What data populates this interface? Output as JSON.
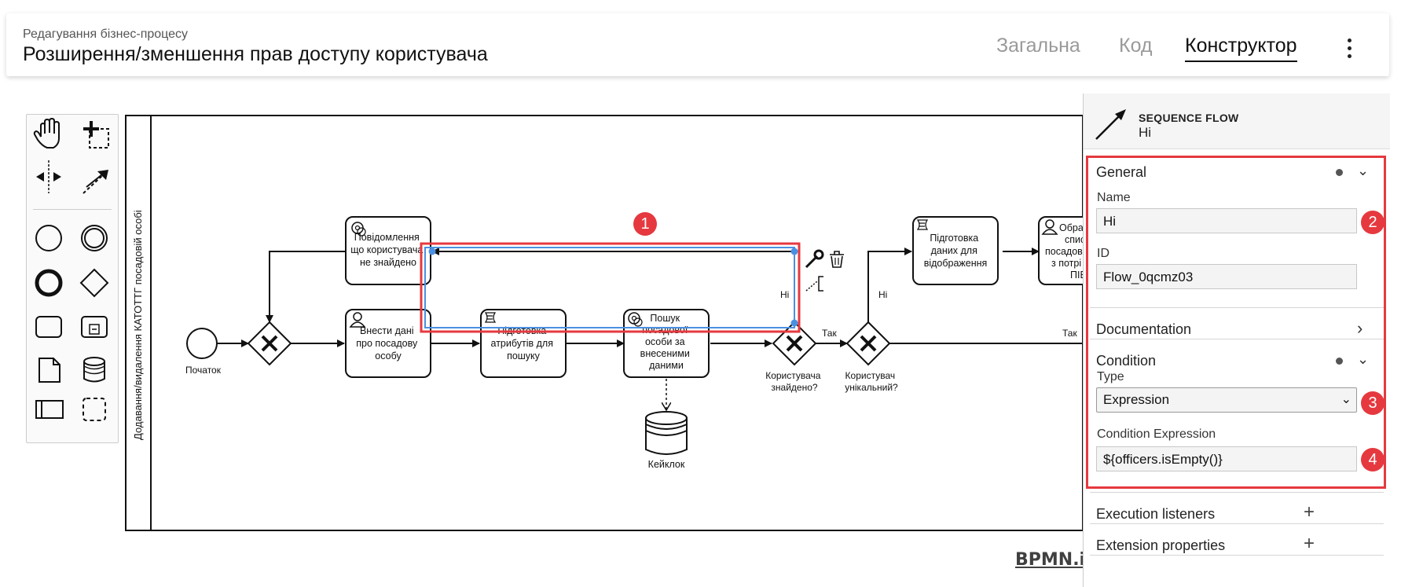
{
  "header": {
    "subtitle": "Редагування бізнес-процесу",
    "title": "Розширення/зменшення прав доступу користувача",
    "tabs": [
      {
        "label": "Загальна",
        "active": false
      },
      {
        "label": "Код",
        "active": false
      },
      {
        "label": "Конструктор",
        "active": true
      }
    ]
  },
  "diagram": {
    "lane_label": "Додавання/видалення КАТОТТГ посадовій особі",
    "start_event": "Початок",
    "tasks": {
      "notify": [
        "Повідомлення",
        "що користувача",
        "не знайдено"
      ],
      "enter": [
        "Внести дані",
        "про посадову",
        "особу"
      ],
      "prepare_attrs": [
        "Підготовка",
        "атрибутів для",
        "пошуку"
      ],
      "search": [
        "Пошук",
        "посадової",
        "особи за",
        "внесеними",
        "даними"
      ],
      "prepare_display": [
        "Підготовка",
        "даних для",
        "відображення"
      ],
      "choose": [
        "Обрати",
        "спис",
        "посадов",
        "з потрі",
        "ПІБ"
      ]
    },
    "gateways": {
      "found": [
        "Користувача",
        "знайдено?"
      ],
      "unique": [
        "Користувач",
        "унікальний?"
      ]
    },
    "datastore": "Кейклок",
    "flow_labels": {
      "no_1": "Ні",
      "no_2": "Ні",
      "yes_1": "Так",
      "yes_2": "Так"
    },
    "logo": "BPMN.iO"
  },
  "annotations": [
    "1",
    "2",
    "3",
    "4"
  ],
  "panel": {
    "element_type": "SEQUENCE FLOW",
    "element_name": "Ні",
    "general": {
      "label": "General",
      "name_label": "Name",
      "name_value": "Ні",
      "id_label": "ID",
      "id_value": "Flow_0qcmz03"
    },
    "documentation": {
      "label": "Documentation"
    },
    "condition": {
      "label": "Condition",
      "type_label": "Type",
      "type_value": "Expression",
      "expr_label": "Condition Expression",
      "expr_value": "${officers.isEmpty()}"
    },
    "execution_listeners": {
      "label": "Execution listeners"
    },
    "extension_properties": {
      "label": "Extension properties"
    }
  },
  "colors": {
    "highlight": "#e5393f",
    "selection": "#4a90e2"
  }
}
